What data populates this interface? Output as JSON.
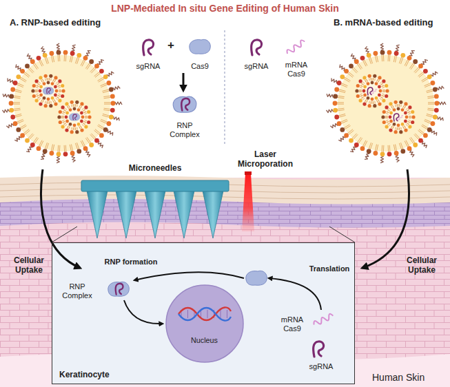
{
  "diagram": {
    "title": "LNP-Mediated In situ Gene Editing of Human Skin",
    "nodes": [
      {
        "text": [
          "Keratinocyte"
        ]
      },
      {
        "text": [
          "Nucleus"
        ],
        "in": 0
      }
    ],
    "labels": [
      "A. RNP-based editing",
      "sgRNA",
      "+",
      "Cas9",
      "RNP Complex",
      "sgRNA",
      "mRNA Cas9",
      "B. mRNA-based editing",
      "Microneedles",
      "Laser Microporation",
      "Cellular Uptake",
      "Cellular Uptake",
      "RNP formation",
      "Translation",
      "RNP Complex",
      "mRNA Cas9",
      "sgRNA",
      "Human Skin"
    ]
  }
}
